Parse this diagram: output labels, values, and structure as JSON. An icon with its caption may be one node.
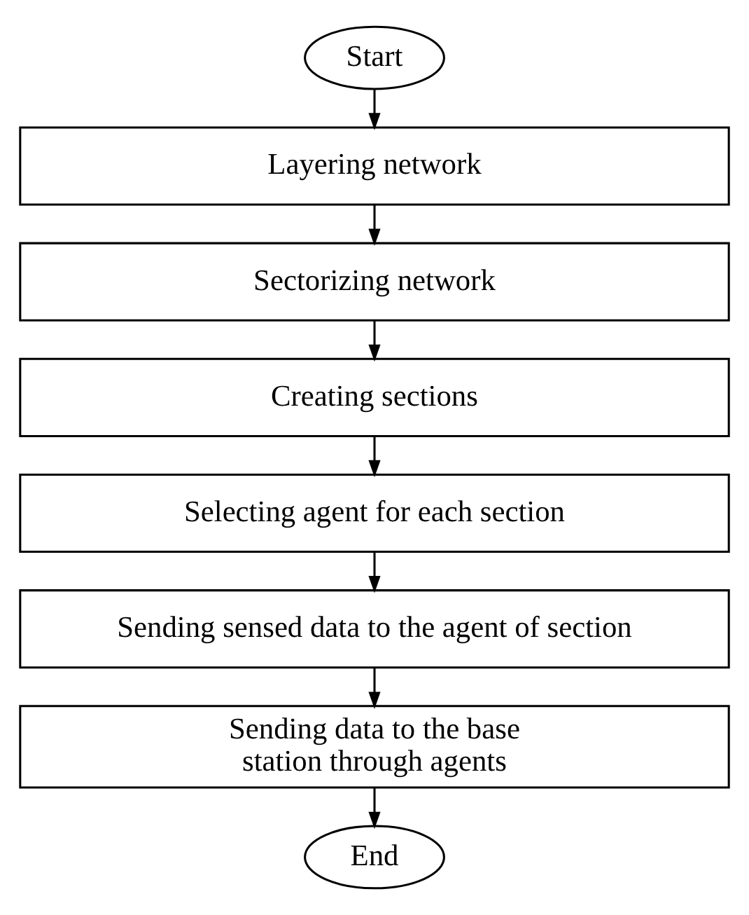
{
  "diagram": {
    "nodes": [
      {
        "text": [
          "Start"
        ]
      },
      {
        "text": [
          "Layering network"
        ]
      },
      {
        "text": [
          "Sectorizing network"
        ]
      },
      {
        "text": [
          "Creating sections"
        ]
      },
      {
        "text": [
          "Selecting agent for each section"
        ]
      },
      {
        "text": [
          "Sending sensed data to the agent of section"
        ]
      },
      {
        "text": [
          "Sending data to the base station through agents"
        ]
      },
      {
        "text": [
          "End"
        ]
      }
    ],
    "edges": [
      {
        "from": 0,
        "to": 1,
        "arrow": "to"
      },
      {
        "from": 1,
        "to": 2,
        "arrow": "to"
      },
      {
        "from": 2,
        "to": 3,
        "arrow": "to"
      },
      {
        "from": 3,
        "to": 4,
        "arrow": "to"
      },
      {
        "from": 4,
        "to": 5,
        "arrow": "to"
      },
      {
        "from": 5,
        "to": 6,
        "arrow": "to"
      },
      {
        "from": 6,
        "to": 7,
        "arrow": "to"
      }
    ]
  }
}
